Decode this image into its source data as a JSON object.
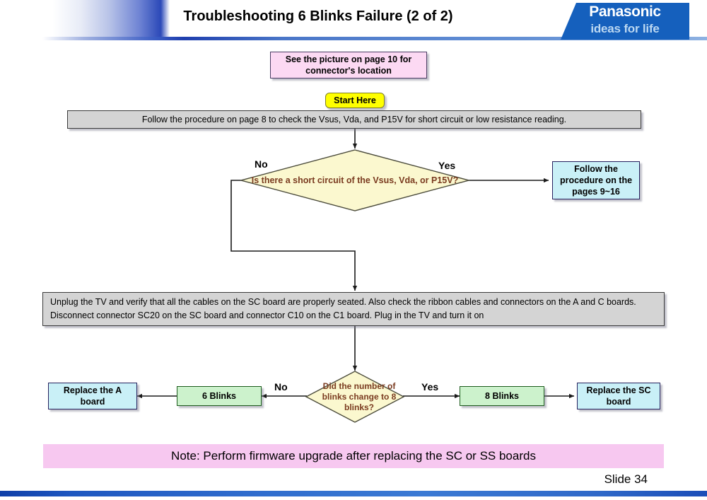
{
  "header": {
    "title": "Troubleshooting 6 Blinks Failure (2 of 2)",
    "logo_brand": "Panasonic",
    "logo_tagline": "ideas for life",
    "brand_color": "#1560bd"
  },
  "footer": {
    "slide_label": "Slide 34",
    "bar_color": "#2f6ccd"
  },
  "flow": {
    "note_top": "See the picture on page 10 for connector's location",
    "start": "Start Here",
    "step_check": "Follow the procedure on page 8  to check the Vsus, Vda, and P15V for short circuit or low resistance reading.",
    "decision_1": "Is there a short circuit of the Vsus, Vda, or P15V?",
    "decision_1_no": "No",
    "decision_1_yes": "Yes",
    "result_pages": "Follow the procedure on the pages 9~16",
    "step_unplug": "Unplug the TV  and verify that all the cables on the SC board are properly seated. Also check the ribbon cables and connectors on the A and C boards. Disconnect connector SC20 on the SC board and connector C10 on the C1 board. Plug in the TV and turn it on",
    "decision_2": "Did the number of blinks change to 8 blinks?",
    "decision_2_no": "No",
    "decision_2_yes": "Yes",
    "blinks_6": "6 Blinks",
    "blinks_8": "8 Blinks",
    "replace_a": "Replace the A board",
    "replace_sc": "Replace the SC board",
    "note_bottom": "Note: Perform firmware upgrade after replacing the SC or SS boards"
  },
  "colors": {
    "pink_note": "#fcd9f3",
    "gray_step": "#d4d4d4",
    "cyan_result": "#c9f0f7",
    "green_blinks": "#ccf2cc",
    "yellow_start": "#ffff00",
    "diamond_fill": "#fbf8cf",
    "diamond_text": "#7a3b20",
    "note_bar": "#f7c8f0"
  }
}
